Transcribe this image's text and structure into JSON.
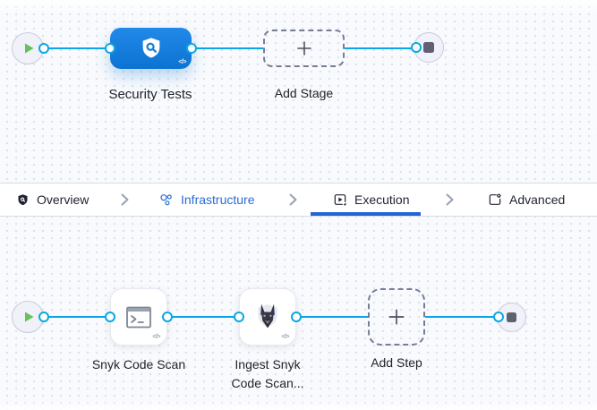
{
  "top_canvas": {
    "stage_label": "Security Tests",
    "add_stage_label": "Add Stage",
    "code_badge": "</>"
  },
  "tabs": {
    "overview": "Overview",
    "infrastructure": "Infrastructure",
    "execution": "Execution",
    "advanced": "Advanced"
  },
  "bottom_canvas": {
    "step1_label": "Snyk Code Scan",
    "step2_label_line1": "Ingest Snyk",
    "step2_label_line2": "Code Scan...",
    "add_step_label": "Add Step",
    "code_badge": "</>"
  },
  "colors": {
    "connector_blue": "#0aa7e4",
    "stage_blue": "#1283da",
    "active_tab_underline": "#2264d1",
    "infrastructure_text": "#2a6bd9",
    "start_play_green": "#65c15c",
    "stop_square_gray": "#5d6172"
  }
}
